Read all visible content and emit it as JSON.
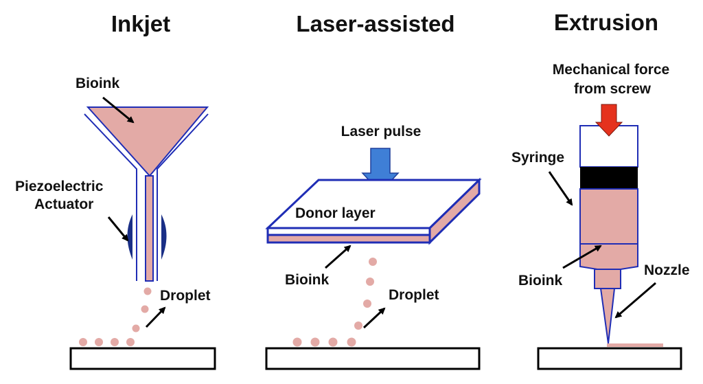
{
  "colors": {
    "bioink": "#e3aaa6",
    "bioink_dark": "#d58f8b",
    "outline": "#1f2db5",
    "laser_arrow": "#3f7fd6",
    "screw_arrow": "#e5321d",
    "actuator": "#1a2f86",
    "black": "#000000"
  },
  "panels": {
    "inkjet": {
      "title": "Inkjet",
      "bioink_label": "Bioink",
      "actuator_label_line1": "Piezoelectric",
      "actuator_label_line2": "Actuator",
      "droplet_label": "Droplet"
    },
    "laser": {
      "title": "Laser-assisted",
      "pulse_label": "Laser pulse",
      "donor_label": "Donor layer",
      "bioink_label": "Bioink",
      "droplet_label": "Droplet"
    },
    "extrusion": {
      "title": "Extrusion",
      "force_label_line1": "Mechanical force",
      "force_label_line2": "from screw",
      "syringe_label": "Syringe",
      "bioink_label": "Bioink",
      "nozzle_label": "Nozzle"
    }
  }
}
